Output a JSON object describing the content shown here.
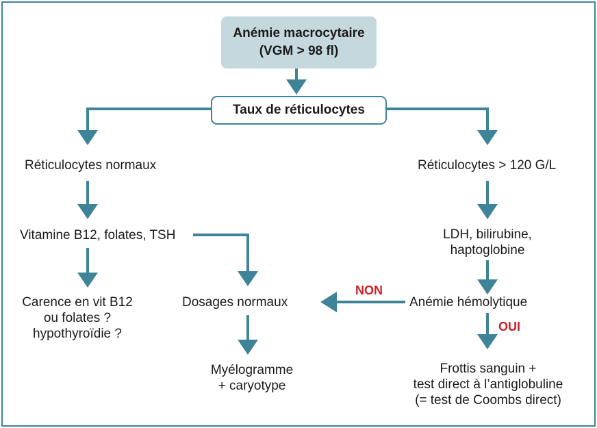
{
  "colors": {
    "accent": "#3f8399",
    "box_fill": "#c5d8de",
    "tag": "#d02027"
  },
  "title": {
    "line1": "Anémie macrocytaire",
    "line2": "(VGM > 98 fl)"
  },
  "reticulocytes": "Taux de réticulocytes",
  "left": {
    "normal": "Réticulocytes normaux",
    "dosages": "Vitamine B12, folates, TSH",
    "carence": [
      "Carence en vit B12",
      "ou folates ?",
      "hypothyroïdie ?"
    ],
    "dosages_normaux": "Dosages normaux",
    "myelo": [
      "Myélogramme",
      "+ caryotype"
    ]
  },
  "right": {
    "high": "Réticulocytes > 120 G/L",
    "ldh": [
      "LDH, bilirubine,",
      "haptoglobine"
    ],
    "anemie": "Anémie hémolytique",
    "frottis": [
      "Frottis sanguin +",
      "test direct à l’antiglobuline",
      "(= test de Coombs direct)"
    ]
  },
  "labels": {
    "non": "NON",
    "oui": "OUI"
  }
}
